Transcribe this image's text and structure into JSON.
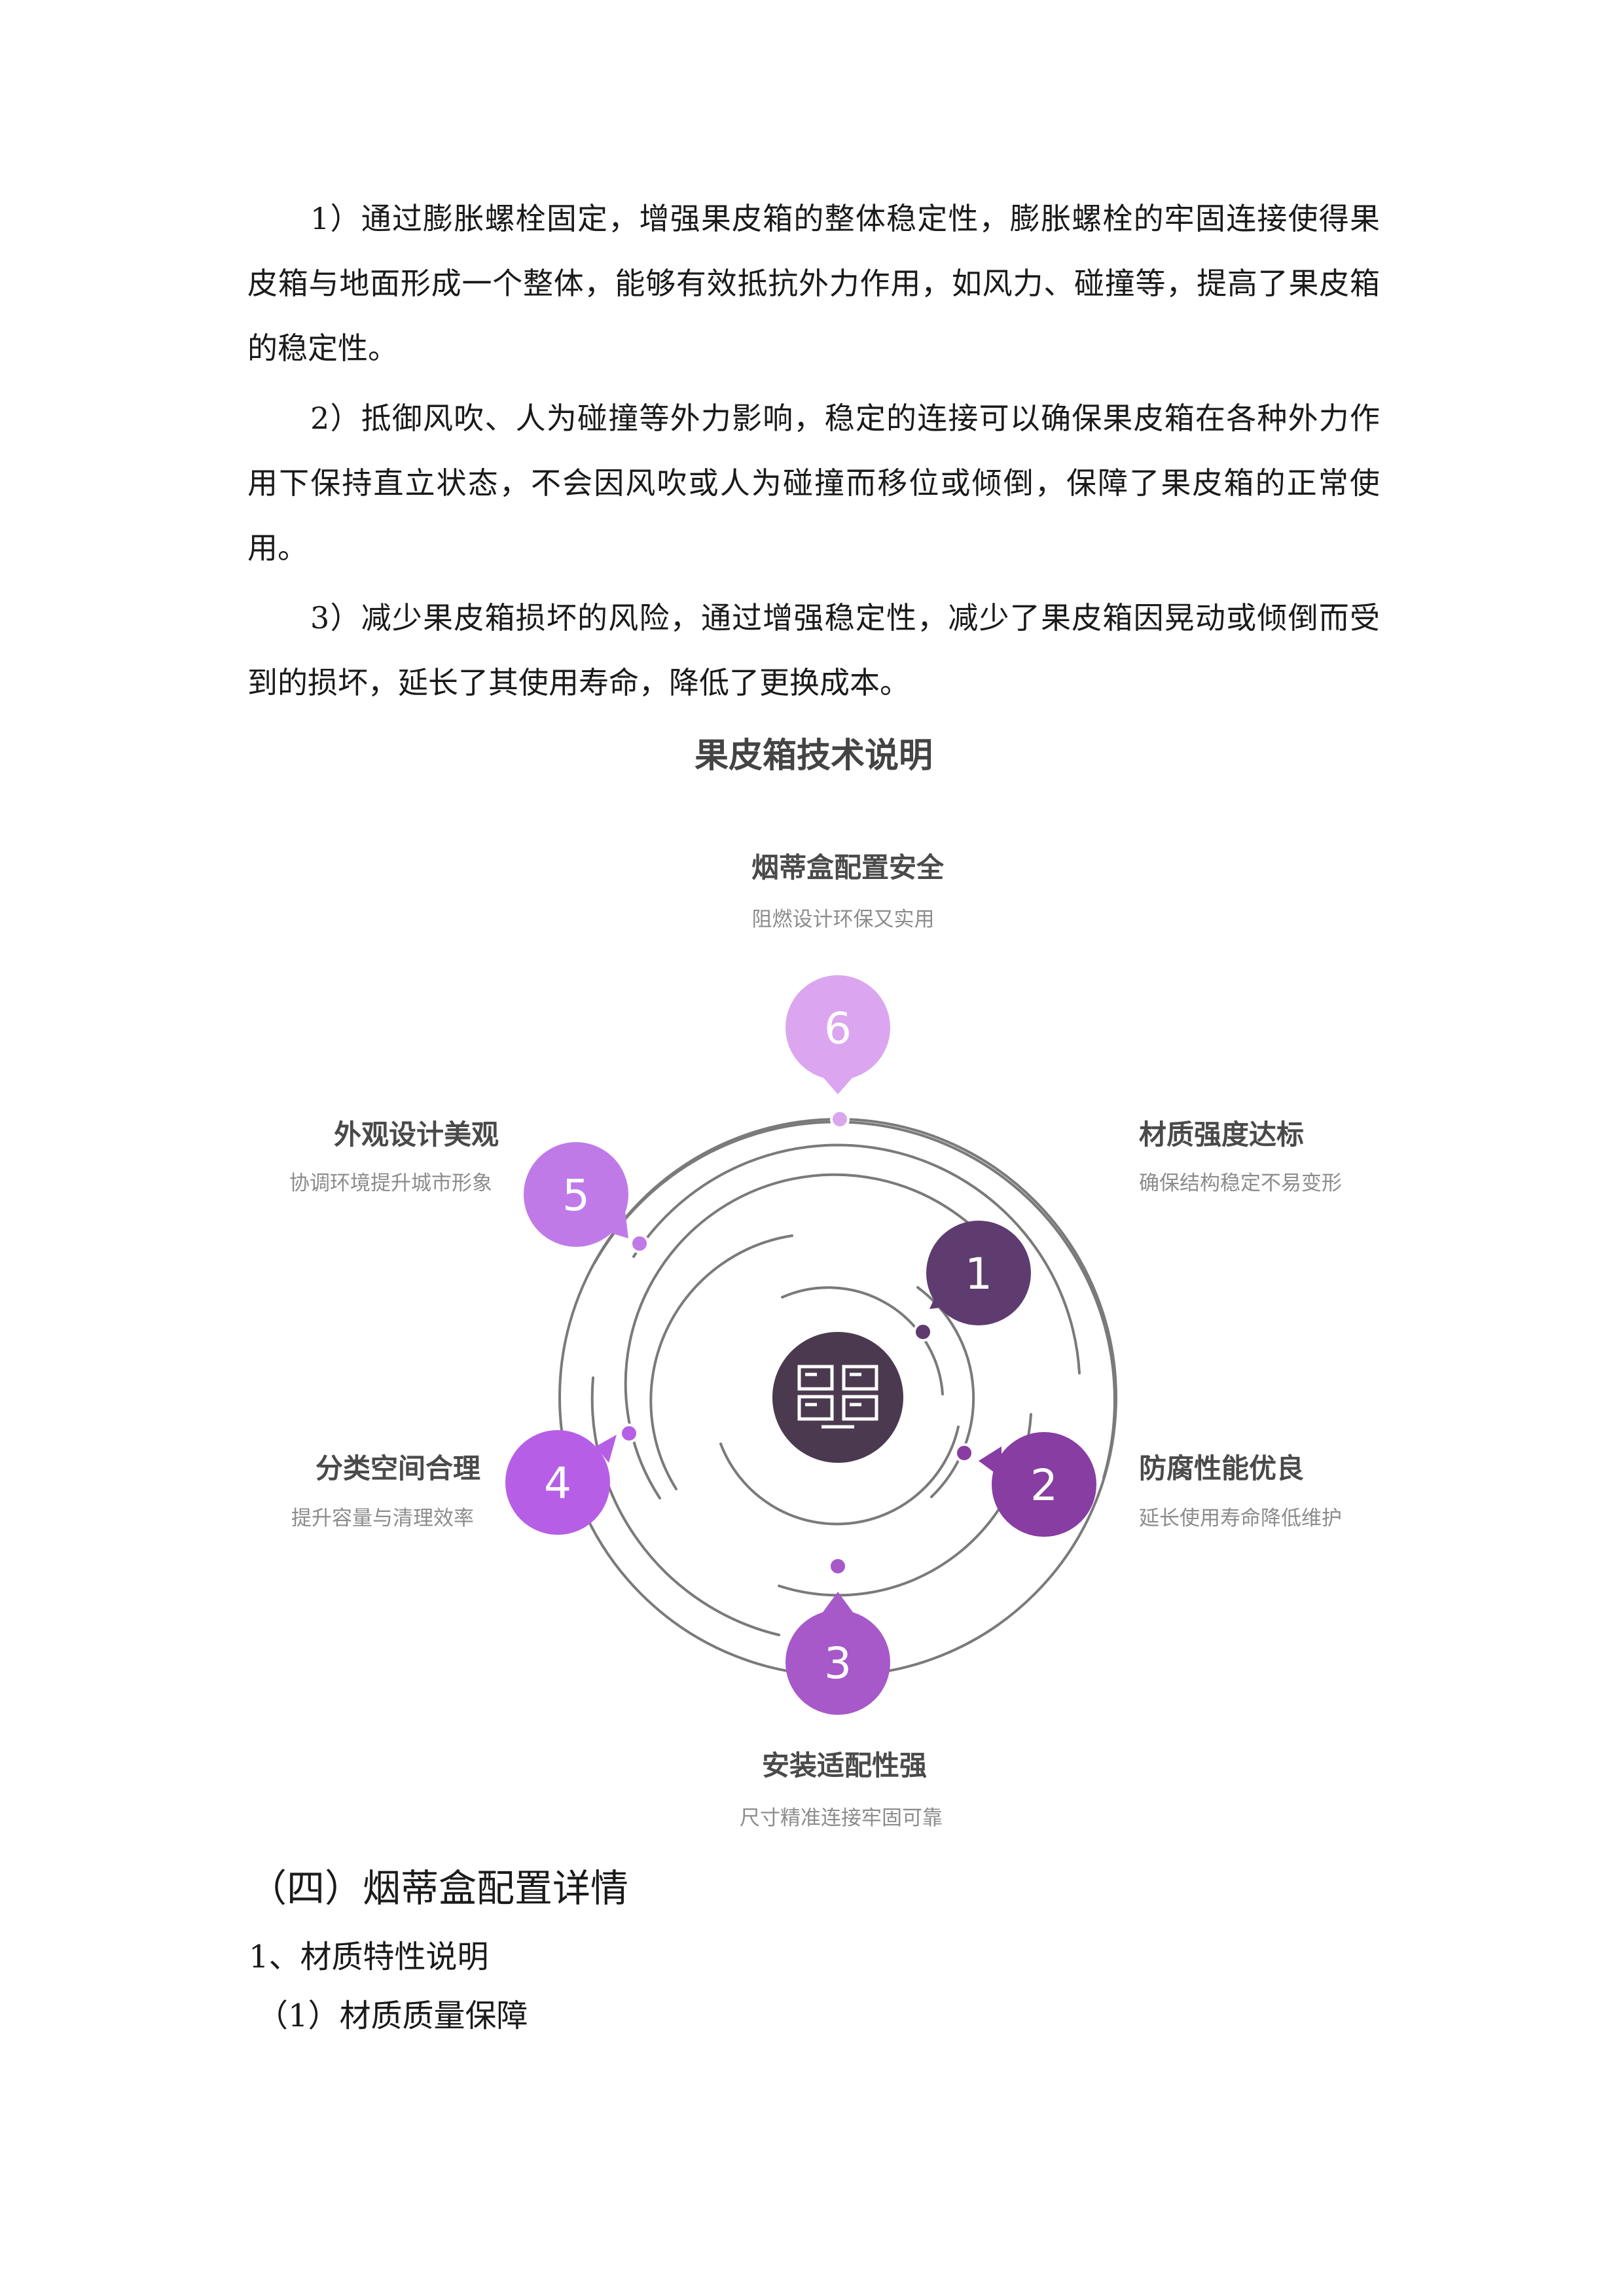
{
  "paragraphs": [
    "1）通过膨胀螺栓固定，增强果皮箱的整体稳定性，膨胀螺栓的牢固连接使得果皮箱与地面形成一个整体，能够有效抵抗外力作用，如风力、碰撞等，提高了果皮箱的稳定性。",
    "2）抵御风吹、人为碰撞等外力影响，稳定的连接可以确保果皮箱在各种外力作用下保持直立状态，不会因风吹或人为碰撞而移位或倾倒，保障了果皮箱的正常使用。",
    "3）减少果皮箱损坏的风险，通过增强稳定性，减少了果皮箱因晃动或倾倒而受到的损坏，延长了其使用寿命，降低了更换成本。"
  ],
  "figure": {
    "title": "果皮箱技术说明",
    "center_icon": "storage-cabinet-icon",
    "items": [
      {
        "num": "1",
        "title": "材质强度达标",
        "desc": "确保结构稳定不易变形",
        "color": "#5e3c6f"
      },
      {
        "num": "2",
        "title": "防腐性能优良",
        "desc": "延长使用寿命降低维护",
        "color": "#873da1"
      },
      {
        "num": "3",
        "title": "安装适配性强",
        "desc": "尺寸精准连接牢固可靠",
        "color": "#a758c9"
      },
      {
        "num": "4",
        "title": "分类空间合理",
        "desc": "提升容量与清理效率",
        "color": "#b65fe6"
      },
      {
        "num": "5",
        "title": "外观设计美观",
        "desc": "协调环境提升城市形象",
        "color": "#c07ae8"
      },
      {
        "num": "6",
        "title": "烟蒂盒配置安全",
        "desc": "阻燃设计环保又实用",
        "color": "#dba6ef"
      }
    ]
  },
  "section": {
    "title": "（四）烟蒂盒配置详情",
    "subtitle": "1、材质特性说明",
    "subsubtitle": "（1）材质质量保障"
  }
}
